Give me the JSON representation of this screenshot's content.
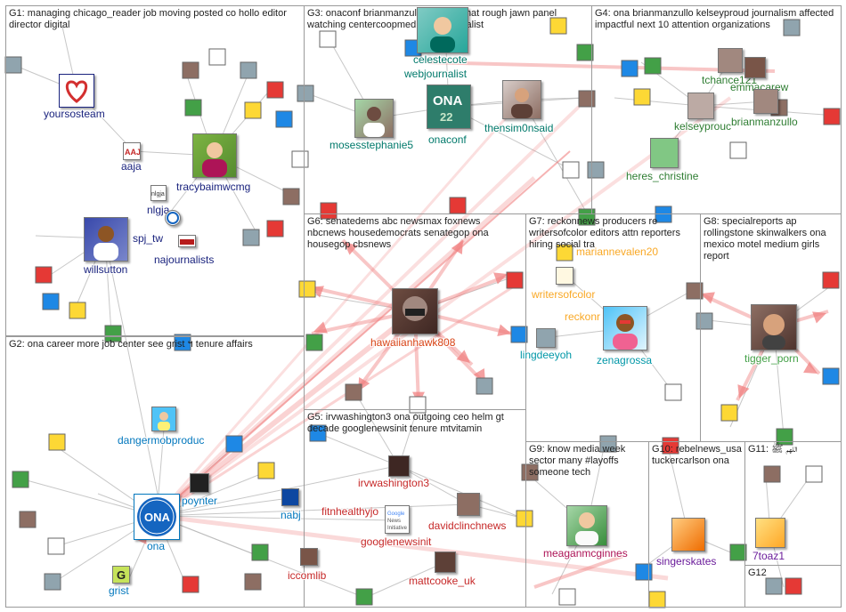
{
  "colors": {
    "border": "#9a9a9a",
    "edge": "#b9b9b9",
    "edge_red": "#f08080",
    "edge_red_strong": "#e03030"
  },
  "groups": [
    {
      "id": "g1",
      "label": "G1: managing chicago_reader job moving posted co hollo editor director digital"
    },
    {
      "id": "g2",
      "label": "G2: ona career more job center see grist ฯ tenure affairs"
    },
    {
      "id": "g3",
      "label": "G3: onaconf brianmanzullo ona #wjchat rough jawn panel watching centercoopmedia webjournalist"
    },
    {
      "id": "g4",
      "label": "G4: ona brianmanzullo kelseyproud journalism affected impactful next 10 attention organizations"
    },
    {
      "id": "g5",
      "label": "G5: irvwashington3 ona outgoing ceo helm gt decade googlenewsinit tenure mtvitamin"
    },
    {
      "id": "g6",
      "label": "G6: senatedems abc newsmax foxnews nbcnews housedemocrats senategop ona housegop cbsnews"
    },
    {
      "id": "g7",
      "label": "G7: reckonnews producers re writersofcolor editors attn reporters hiring social tra"
    },
    {
      "id": "g8",
      "label": "G8: specialreports ap rollingstone skinwalkers ona mexico motel medium girls report"
    },
    {
      "id": "g9",
      "label": "G9: know media week sector many #layoffs someone tech"
    },
    {
      "id": "g10",
      "label": "G10: rebelnews_usa tuckercarlson ona"
    },
    {
      "id": "g11",
      "label": "G11: اللهم ﷺ"
    },
    {
      "id": "g12",
      "label": "G12"
    }
  ],
  "nodes": [
    {
      "id": "yoursosteam",
      "label": "yoursosteam",
      "color": "#1a237e",
      "icon": "heart-icon",
      "fill": "#d32f2f"
    },
    {
      "id": "aaja",
      "label": "aaja",
      "color": "#1a237e",
      "icon": "aaja-logo",
      "fill": "#c62828"
    },
    {
      "id": "tracybaimwcmg",
      "label": "tracybaimwcmg",
      "color": "#1a237e",
      "icon": "portrait",
      "fill": "#6a8f3a"
    },
    {
      "id": "nlgja",
      "label": "nlgja",
      "color": "#1a237e",
      "icon": "nlgja-logo",
      "fill": "#eeeeee"
    },
    {
      "id": "spj_tweets",
      "label": "spj_tw",
      "color": "#1a237e",
      "icon": "spj-logo",
      "fill": "#1565c0"
    },
    {
      "id": "najournalists",
      "label": "najournalists",
      "color": "#1a237e",
      "icon": "naj-logo",
      "fill": "#b71c1c"
    },
    {
      "id": "willsutton",
      "label": "willsutton",
      "color": "#1a237e",
      "icon": "portrait",
      "fill": "#3949ab"
    },
    {
      "id": "dangermobproduc",
      "label": "dangermobproduc",
      "color": "#0277bd",
      "icon": "portrait",
      "fill": "#4fc3f7"
    },
    {
      "id": "ona",
      "label": "ona",
      "color": "#0277bd",
      "icon": "ona-logo",
      "fill": "#1565c0"
    },
    {
      "id": "poynter",
      "label": "poynter",
      "color": "#0277bd",
      "icon": "poynter-logo",
      "fill": "#212121"
    },
    {
      "id": "nabj",
      "label": "nabj",
      "color": "#0277bd",
      "icon": "nabj-logo",
      "fill": "#0d47a1"
    },
    {
      "id": "grist",
      "label": "grist",
      "color": "#0277bd",
      "icon": "grist-logo",
      "fill": "#c6e35a"
    },
    {
      "id": "celestecote",
      "label": "celestecote",
      "color": "#00796b",
      "icon": "portrait",
      "fill": "#4db6ac"
    },
    {
      "id": "webjournalist",
      "label": "webjournalist",
      "color": "#00796b",
      "icon": "",
      "fill": ""
    },
    {
      "id": "onaconf",
      "label": "onaconf",
      "color": "#00796b",
      "icon": "ona22-logo",
      "fill": "#2e7d6b"
    },
    {
      "id": "mosesstephanie5",
      "label": "mosesstephanie5",
      "color": "#00796b",
      "icon": "portrait",
      "fill": "#8d6e63"
    },
    {
      "id": "thensim0nsaid",
      "label": "thensim0nsaid",
      "color": "#00796b",
      "icon": "portrait",
      "fill": "#8d6e63"
    },
    {
      "id": "tchance121",
      "label": "tchance121",
      "color": "#2e7d32",
      "icon": "portrait",
      "fill": "#a1887f"
    },
    {
      "id": "emmacarew",
      "label": "emmacarew",
      "color": "#2e7d32",
      "icon": "portrait",
      "fill": "#795548"
    },
    {
      "id": "kelseyproud",
      "label": "kelseyprouc",
      "color": "#2e7d32",
      "icon": "portrait",
      "fill": "#bcaaa4"
    },
    {
      "id": "brianmanzullo",
      "label": "brianmanzullo",
      "color": "#2e7d32",
      "icon": "portrait",
      "fill": "#a1887f"
    },
    {
      "id": "heres_christine",
      "label": "heres_christine",
      "color": "#2e7d32",
      "icon": "portrait",
      "fill": "#81c784"
    },
    {
      "id": "hawaiianhawk808",
      "label": "hawaiianhawk808",
      "color": "#d84315",
      "icon": "portrait",
      "fill": "#4e342e"
    },
    {
      "id": "writersofcolor",
      "label": "writersofcolor",
      "color": "#f9a825",
      "icon": "pens-icon",
      "fill": "#fff8e1"
    },
    {
      "id": "reckonnews",
      "label": "reckonr",
      "color": "#f9a825",
      "icon": "",
      "fill": ""
    },
    {
      "id": "lingdeeyoh",
      "label": "lingdeeyoh",
      "color": "#0097a7",
      "icon": "portrait",
      "fill": "#90a4ae"
    },
    {
      "id": "zenagrossa",
      "label": "zenagrossa",
      "color": "#0097a7",
      "icon": "portrait",
      "fill": "#4fc3f7"
    },
    {
      "id": "marianneyalen20",
      "label": "mariannevalen20",
      "color": "#f9a825",
      "icon": "",
      "fill": ""
    },
    {
      "id": "tigger_porn",
      "label": "tigger_porn",
      "color": "#43a047",
      "icon": "portrait",
      "fill": "#6d4c41"
    },
    {
      "id": "irvwashington3",
      "label": "irvwashington3",
      "color": "#c62828",
      "icon": "portrait",
      "fill": "#3e2723"
    },
    {
      "id": "fitnhealthyjo",
      "label": "fitnhealthyjo",
      "color": "#c62828",
      "icon": "",
      "fill": ""
    },
    {
      "id": "googlenewsinit",
      "label": "googlenewsinit",
      "color": "#c62828",
      "icon": "gni-logo",
      "fill": "#ffffff"
    },
    {
      "id": "davidclinchnews",
      "label": "davidclinchnews",
      "color": "#c62828",
      "icon": "portrait",
      "fill": "#8d6e63"
    },
    {
      "id": "iccomlib",
      "label": "iccomlib",
      "color": "#c62828",
      "icon": "portrait",
      "fill": "#795548"
    },
    {
      "id": "mattcooke_uk",
      "label": "mattcooke_uk",
      "color": "#c62828",
      "icon": "portrait",
      "fill": "#5d4037"
    },
    {
      "id": "meaganmcginnes",
      "label": "meaganmcginnes",
      "color": "#ad1457",
      "icon": "portrait",
      "fill": "#66bb6a"
    },
    {
      "id": "singerskates",
      "label": "singerskates",
      "color": "#6a1b9a",
      "icon": "portrait",
      "fill": "#ffb74d"
    },
    {
      "id": "7toaz1",
      "label": "7toaz1",
      "color": "#6a1b9a",
      "icon": "portrait",
      "fill": "#ffa726"
    }
  ],
  "edge_count_label": ""
}
